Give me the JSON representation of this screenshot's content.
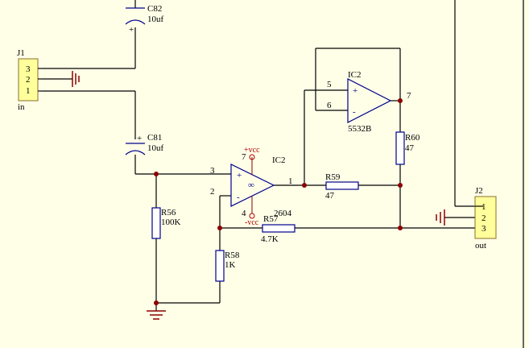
{
  "c82": {
    "ref": "C82",
    "value": "10uf",
    "polarity": "+"
  },
  "c81": {
    "ref": "C81",
    "value": "10uf",
    "polarity": "+"
  },
  "j1": {
    "ref": "J1",
    "pins": [
      "3",
      "2",
      "1"
    ],
    "label": "in"
  },
  "j2": {
    "ref": "J2",
    "pins": [
      "1",
      "2",
      "3"
    ],
    "label": "out"
  },
  "ic2_top": {
    "ref": "IC2",
    "part": "5532B",
    "pin_noninv": "5",
    "pin_inv": "6",
    "pin_out": "7",
    "plus": "+",
    "minus": "-"
  },
  "ic2_main": {
    "ref": "IC2",
    "part": "2604",
    "pin_noninv": "3",
    "pin_inv": "2",
    "pin_out": "1",
    "plus": "+",
    "minus": "-",
    "vcc_pos": "+vcc",
    "vcc_neg": "-vcc",
    "pin7": "7",
    "pin4": "4",
    "inf": "∞"
  },
  "r56": {
    "ref": "R56",
    "value": "100K"
  },
  "r57": {
    "ref": "R57",
    "value": "4.7K"
  },
  "r58": {
    "ref": "R58",
    "value": "1K"
  },
  "r59": {
    "ref": "R59",
    "value": "47"
  },
  "r60": {
    "ref": "R60",
    "value": "47"
  }
}
